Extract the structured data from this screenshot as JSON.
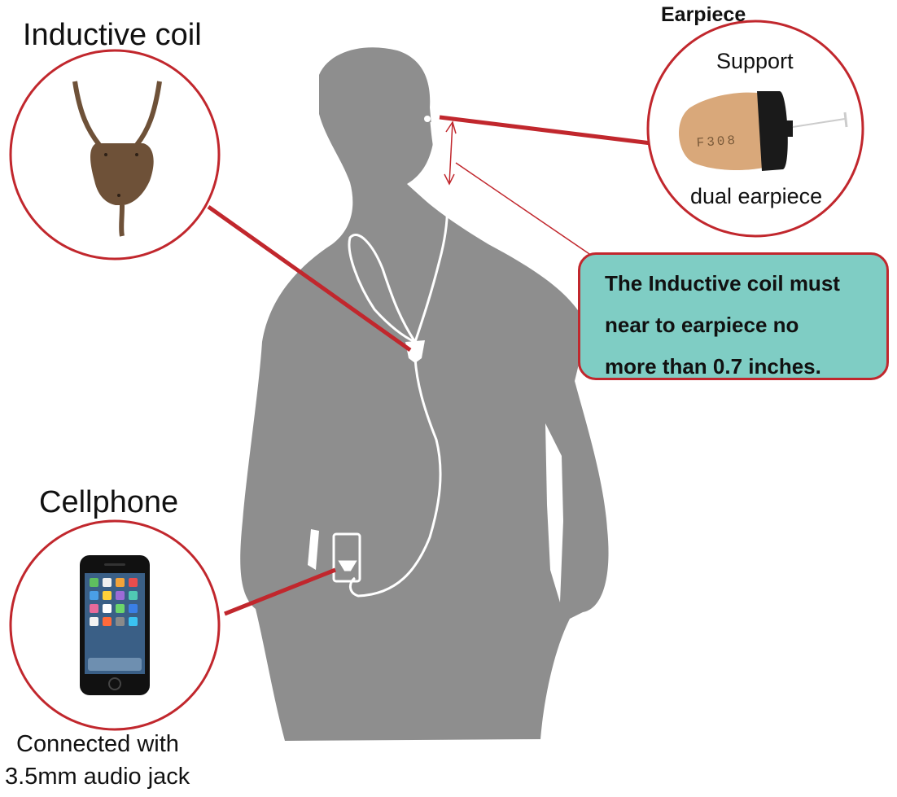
{
  "labels": {
    "inductive_coil": "Inductive coil",
    "earpiece": "Earpiece",
    "support": "Support",
    "dual_earpiece": "dual earpiece",
    "cellphone": "Cellphone",
    "connected_line1": "Connected with",
    "connected_line2": "3.5mm audio jack"
  },
  "note": {
    "line1": "The Inductive coil must",
    "line2": "near to earpiece no",
    "line3": "more than 0.7 inches."
  },
  "earpiece_marking": "F308",
  "colors": {
    "accent_red": "#c1272d",
    "note_fill": "#7fcdc4",
    "silhouette": "#8e8e8e",
    "coil_brown": "#6e5138",
    "earpiece_skin": "#d9a87a"
  }
}
